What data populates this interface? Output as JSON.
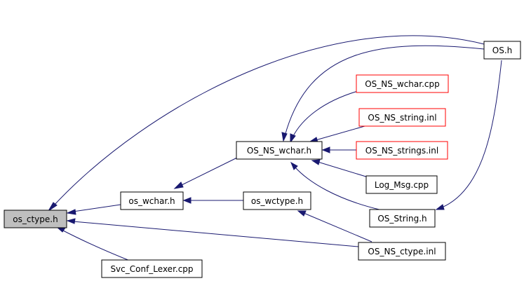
{
  "colors": {
    "edge": "#191970",
    "current_node_fill": "#bfbfbf",
    "truncated_node_border": "#ff0000",
    "node_border": "#000000"
  },
  "nodes": {
    "os_ctype": "os_ctype.h",
    "svc_conf_lexer": "Svc_Conf_Lexer.cpp",
    "os_wchar": "os_wchar.h",
    "os_ns_wchar_h": "OS_NS_wchar.h",
    "os_wctype": "os_wctype.h",
    "os_h": "OS.h",
    "os_ns_wchar_cpp": "OS_NS_wchar.cpp",
    "os_ns_string_inl": "OS_NS_string.inl",
    "os_ns_strings_inl": "OS_NS_strings.inl",
    "log_msg_cpp": "Log_Msg.cpp",
    "os_string_h": "OS_String.h",
    "os_ns_ctype_inl": "OS_NS_ctype.inl"
  }
}
